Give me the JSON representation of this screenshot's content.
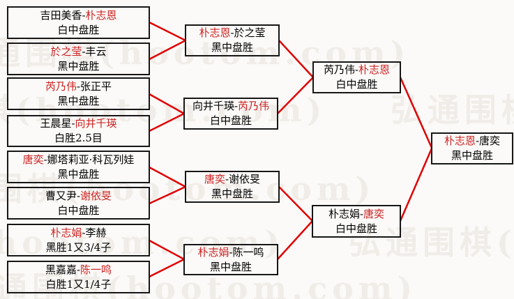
{
  "watermark": {
    "text": "弘通围棋(hootom.com)",
    "color": "#f0ede9"
  },
  "colors": {
    "line": "#e00000",
    "winner": "#cc2222",
    "normal": "#000000"
  },
  "separator": "-",
  "rounds": {
    "round1": [
      {
        "p1": "吉田美香",
        "p2": "朴志恩",
        "p1_color": "#000000",
        "p2_color": "#cc2222",
        "result": "白中盘胜"
      },
      {
        "p1": "於之莹",
        "p2": "丰云",
        "p1_color": "#cc2222",
        "p2_color": "#000000",
        "result": "黑中盘胜"
      },
      {
        "p1": "芮乃伟",
        "p2": "张正平",
        "p1_color": "#cc2222",
        "p2_color": "#000000",
        "result": "黑中盘胜"
      },
      {
        "p1": "王晨星",
        "p2": "向井千瑛",
        "p1_color": "#000000",
        "p2_color": "#cc2222",
        "result": "白胜2.5目"
      },
      {
        "p1": "唐奕",
        "p2": "娜塔莉亚·科瓦列娃",
        "p1_color": "#cc2222",
        "p2_color": "#000000",
        "result": "黑中盘胜"
      },
      {
        "p1": "曹又尹",
        "p2": "谢依旻",
        "p1_color": "#000000",
        "p2_color": "#cc2222",
        "result": "白中盘胜"
      },
      {
        "p1": "朴志娟",
        "p2": "李赫",
        "p1_color": "#cc2222",
        "p2_color": "#000000",
        "result": "黑胜1又3/4子"
      },
      {
        "p1": "黑嘉嘉",
        "p2": "陈一鸣",
        "p1_color": "#000000",
        "p2_color": "#cc2222",
        "result": "白胜1又1/4子"
      }
    ],
    "round2": [
      {
        "p1": "朴志恩",
        "p2": "於之莹",
        "p1_color": "#cc2222",
        "p2_color": "#000000",
        "result": "黑中盘胜"
      },
      {
        "p1": "向井千瑛",
        "p2": "芮乃伟",
        "p1_color": "#000000",
        "p2_color": "#cc2222",
        "result": "白中盘胜"
      },
      {
        "p1": "唐奕",
        "p2": "谢依旻",
        "p1_color": "#cc2222",
        "p2_color": "#000000",
        "result": "黑中盘胜"
      },
      {
        "p1": "朴志娟",
        "p2": "陈一鸣",
        "p1_color": "#cc2222",
        "p2_color": "#000000",
        "result": "黑中盘胜"
      }
    ],
    "semifinal": [
      {
        "p1": "芮乃伟",
        "p2": "朴志恩",
        "p1_color": "#000000",
        "p2_color": "#cc2222",
        "result": "白中盘胜"
      },
      {
        "p1": "朴志娟",
        "p2": "唐奕",
        "p1_color": "#000000",
        "p2_color": "#cc2222",
        "result": "白中盘胜"
      }
    ],
    "final": [
      {
        "p1": "朴志恩",
        "p2": "唐奕",
        "p1_color": "#cc2222",
        "p2_color": "#000000",
        "result": "黑中盘胜"
      }
    ]
  }
}
